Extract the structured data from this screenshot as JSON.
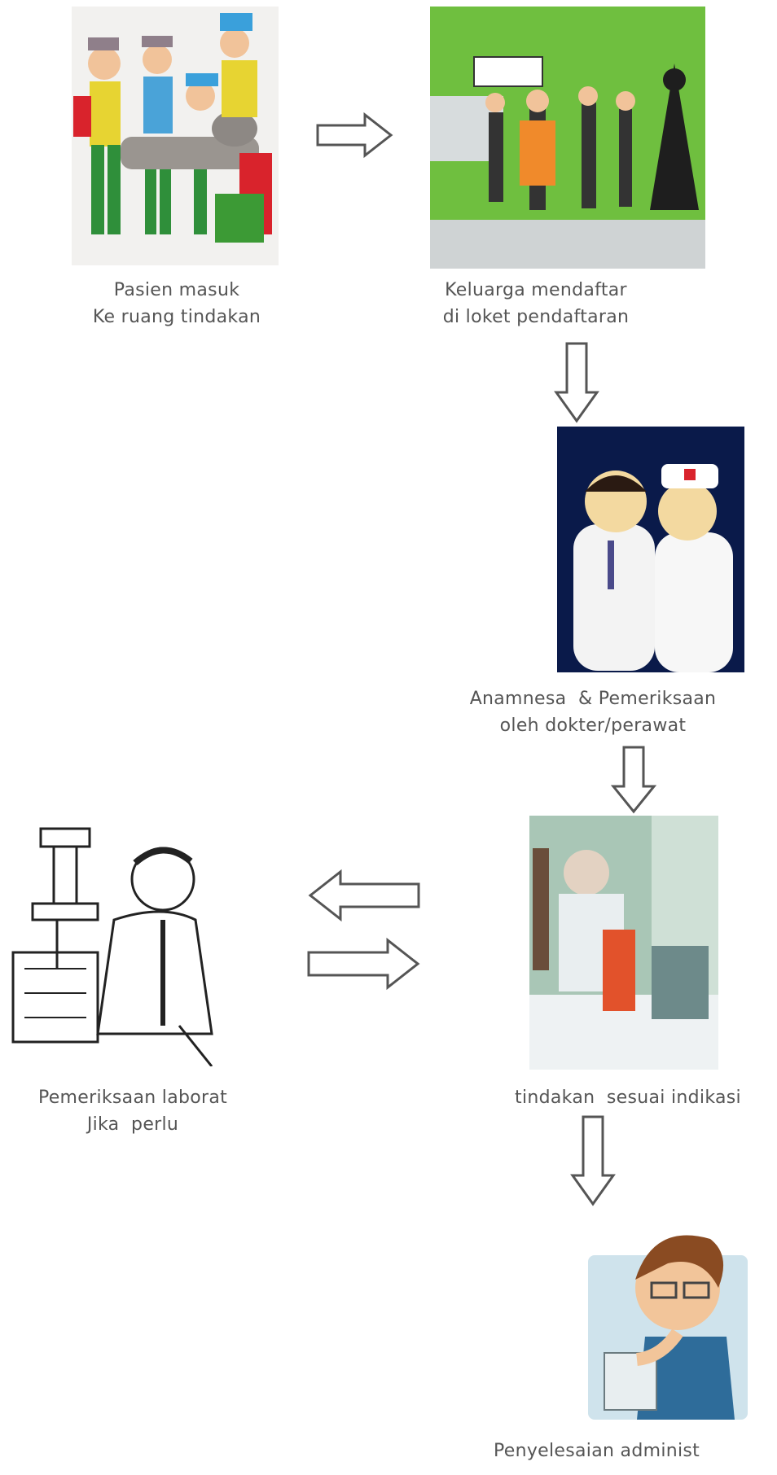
{
  "steps": [
    {
      "id": "patient",
      "caption_line1": "Pasien masuk",
      "caption_line2": "Ke ruang tindakan",
      "image": "stretcher-carriers-illustration"
    },
    {
      "id": "register",
      "caption_line1": "Keluarga mendaftar",
      "caption_line2": "di loket pendaftaran",
      "image": "queue-at-registration-desk-cartoon",
      "sign_text": ""
    },
    {
      "id": "exam",
      "caption_line1": "Anamnesa  & Pemeriksaan",
      "caption_line2": "oleh dokter/perawat",
      "image": "doctor-and-nurse-dolls-photo"
    },
    {
      "id": "action",
      "caption_line1": "tindakan  sesuai indikasi",
      "caption_line2": "",
      "image": "emergency-room-photo"
    },
    {
      "id": "lab",
      "caption_line1": "Pemeriksaan laborat",
      "caption_line2": "Jika  perlu",
      "image": "microscope-lab-worker-sketch"
    },
    {
      "id": "admin",
      "caption_line1": "Penyelesaian administ",
      "caption_line2": "",
      "image": "office-worker-at-computer-illustration"
    }
  ],
  "colors": {
    "arrow_stroke": "#555555",
    "caption": "#555555",
    "green_backdrop": "#6fbf3f",
    "navy_backdrop": "#0a1a4a"
  }
}
